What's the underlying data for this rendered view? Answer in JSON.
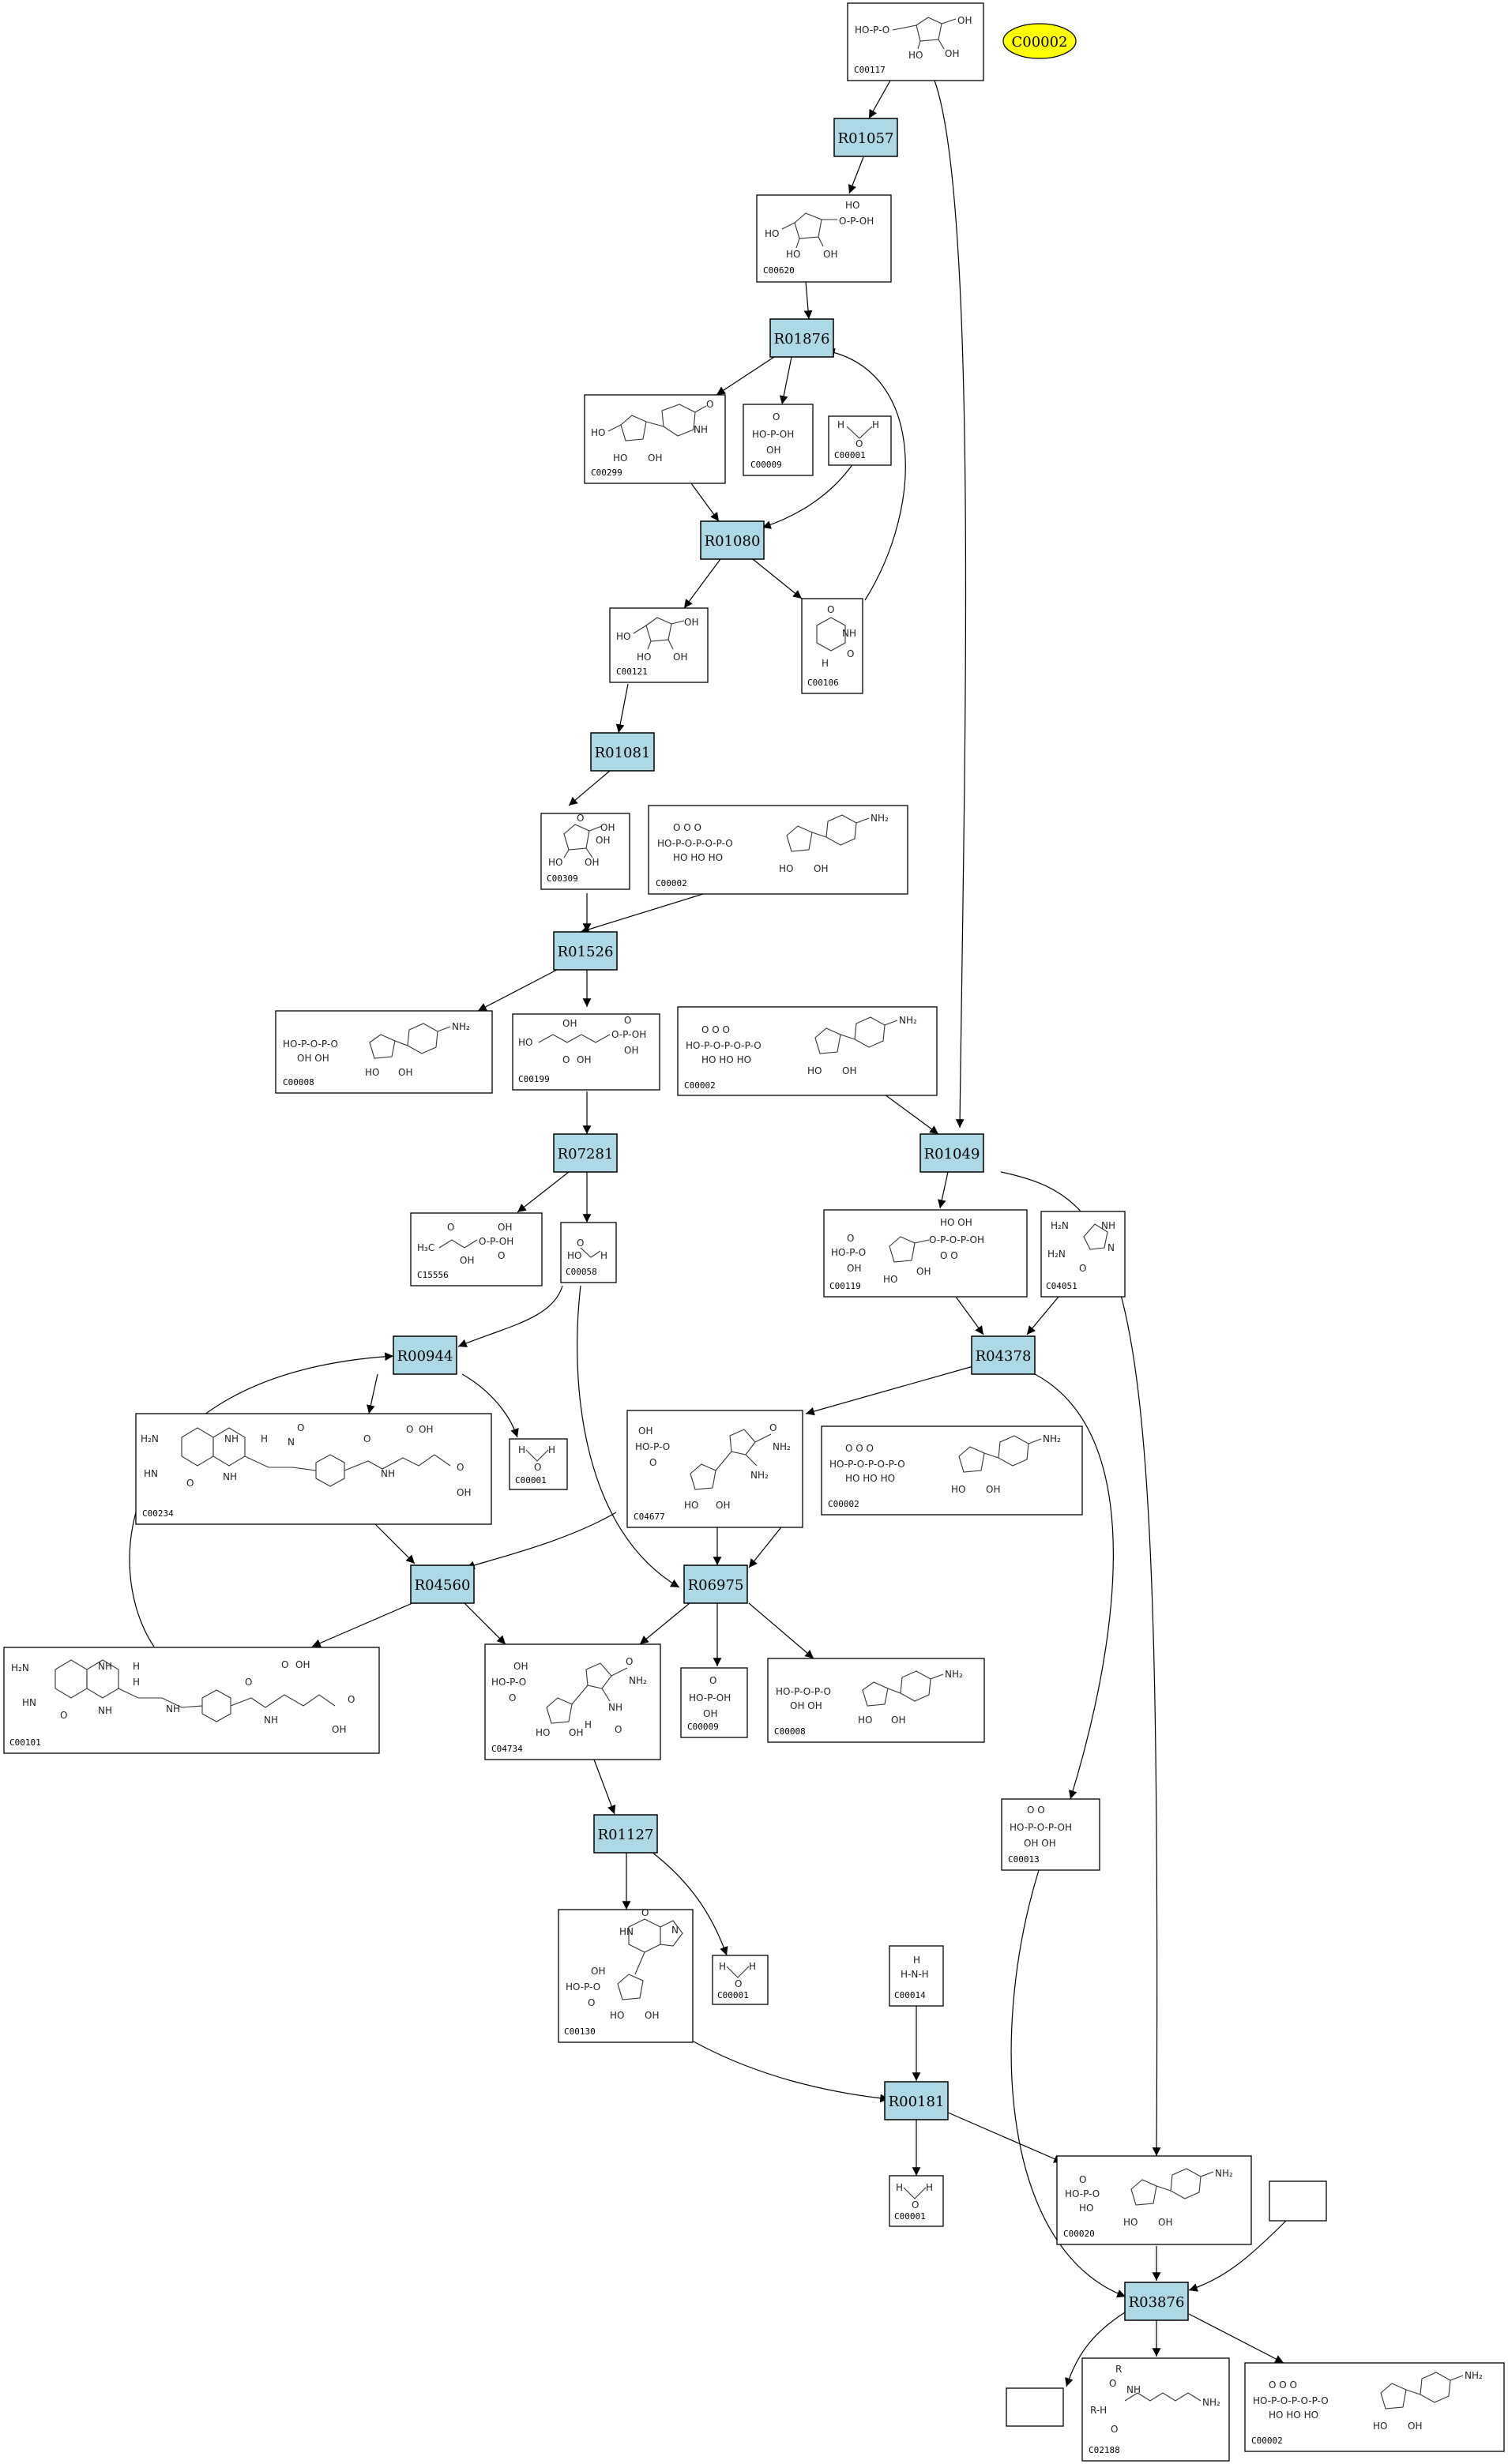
{
  "palette": {
    "reaction_fill": "#add8e6",
    "highlight_fill": "#ffff00",
    "border": "#000000",
    "background": "#ffffff"
  },
  "highlight": {
    "id": "C00002"
  },
  "reactions": [
    {
      "key": "R01057",
      "label": "R01057"
    },
    {
      "key": "R01876",
      "label": "R01876"
    },
    {
      "key": "R01080",
      "label": "R01080"
    },
    {
      "key": "R01081",
      "label": "R01081"
    },
    {
      "key": "R01526",
      "label": "R01526"
    },
    {
      "key": "R07281",
      "label": "R07281"
    },
    {
      "key": "R01049",
      "label": "R01049"
    },
    {
      "key": "R04378",
      "label": "R04378"
    },
    {
      "key": "R00944",
      "label": "R00944"
    },
    {
      "key": "R04560",
      "label": "R04560"
    },
    {
      "key": "R06975",
      "label": "R06975"
    },
    {
      "key": "R01127",
      "label": "R01127"
    },
    {
      "key": "R00181",
      "label": "R00181"
    },
    {
      "key": "R03876",
      "label": "R03876"
    }
  ],
  "compounds": [
    {
      "key": "c_C00117",
      "id": "C00117"
    },
    {
      "key": "c_C00620",
      "id": "C00620"
    },
    {
      "key": "c_C00299",
      "id": "C00299"
    },
    {
      "key": "c_C00009a",
      "id": "C00009"
    },
    {
      "key": "c_C00001a",
      "id": "C00001"
    },
    {
      "key": "c_C00121",
      "id": "C00121"
    },
    {
      "key": "c_C00106",
      "id": "C00106"
    },
    {
      "key": "c_C00309",
      "id": "C00309"
    },
    {
      "key": "c_C00002a",
      "id": "C00002"
    },
    {
      "key": "c_C00008a",
      "id": "C00008"
    },
    {
      "key": "c_C00199",
      "id": "C00199"
    },
    {
      "key": "c_C00002b",
      "id": "C00002"
    },
    {
      "key": "c_C15556",
      "id": "C15556"
    },
    {
      "key": "c_C00058",
      "id": "C00058"
    },
    {
      "key": "c_C00119",
      "id": "C00119"
    },
    {
      "key": "c_C04051",
      "id": "C04051"
    },
    {
      "key": "c_C00001b",
      "id": "C00001"
    },
    {
      "key": "c_C00234",
      "id": "C00234"
    },
    {
      "key": "c_C04677",
      "id": "C04677"
    },
    {
      "key": "c_C00002c",
      "id": "C00002"
    },
    {
      "key": "c_C00101",
      "id": "C00101"
    },
    {
      "key": "c_C04734",
      "id": "C04734"
    },
    {
      "key": "c_C00009b",
      "id": "C00009"
    },
    {
      "key": "c_C00008b",
      "id": "C00008"
    },
    {
      "key": "c_C00013",
      "id": "C00013"
    },
    {
      "key": "c_C00130",
      "id": "C00130"
    },
    {
      "key": "c_C00001c",
      "id": "C00001"
    },
    {
      "key": "c_C00014",
      "id": "C00014"
    },
    {
      "key": "c_C00001d",
      "id": "C00001"
    },
    {
      "key": "c_C00020",
      "id": "C00020"
    },
    {
      "key": "c_blank1",
      "id": ""
    },
    {
      "key": "c_blank2",
      "id": ""
    },
    {
      "key": "c_C02188",
      "id": "C02188"
    },
    {
      "key": "c_C00002d",
      "id": "C00002"
    }
  ]
}
